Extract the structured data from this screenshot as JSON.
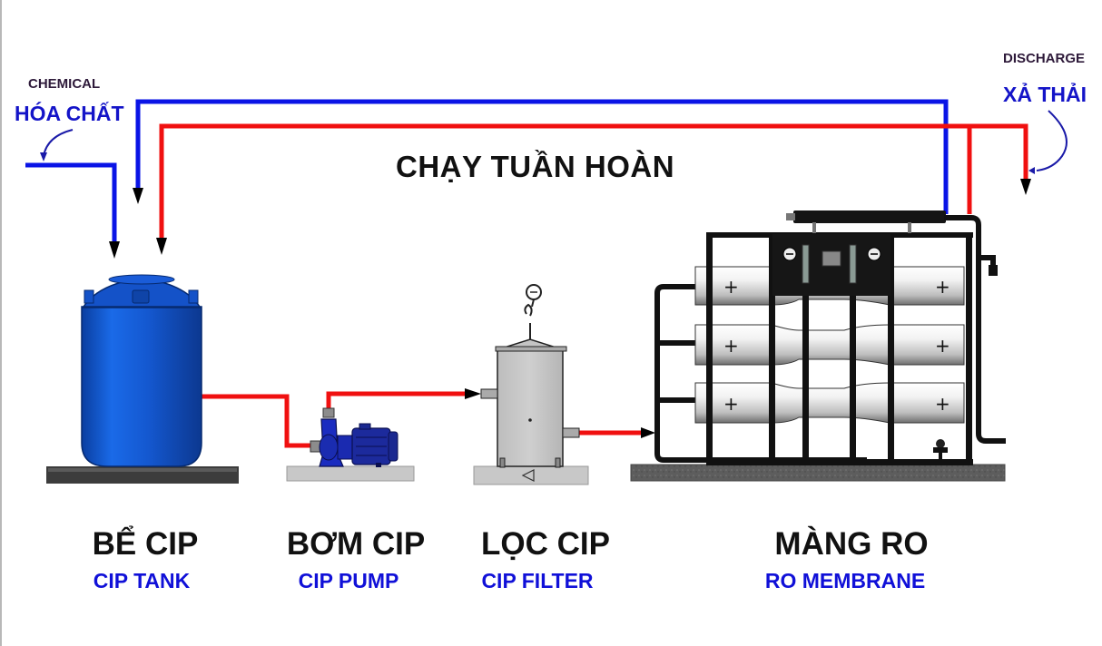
{
  "diagram": {
    "title": "CHẠY TUẦN HOÀN",
    "inlet": {
      "label_en": "CHEMICAL",
      "label_vi": "HÓA CHẤT"
    },
    "outlet": {
      "label_en": "DISCHARGE",
      "label_vi": "XẢ THẢI"
    },
    "components": [
      {
        "id": "tank",
        "label_vi": "BỂ CIP",
        "label_en": "CIP TANK"
      },
      {
        "id": "pump",
        "label_vi": "BƠM CIP",
        "label_en": "CIP PUMP"
      },
      {
        "id": "filter",
        "label_vi": "LỌC CIP",
        "label_en": "CIP FILTER"
      },
      {
        "id": "ro",
        "label_vi": "MÀNG RO",
        "label_en": "RO MEMBRANE"
      }
    ],
    "colors": {
      "supply_line": "#0a14e6",
      "return_line": "#f01010",
      "tank": "#1560d8",
      "pump": "#1a2aa8",
      "filter": "#c4c4c4",
      "frame": "#111111",
      "base": "#555555"
    },
    "flows": [
      {
        "from": "chemical",
        "to": "tank",
        "color": "supply_line"
      },
      {
        "from": "ro",
        "to": "tank",
        "color": "supply_line"
      },
      {
        "from": "ro",
        "to": "tank",
        "color": "return_line"
      },
      {
        "from": "ro",
        "to": "discharge",
        "color": "return_line"
      },
      {
        "from": "tank",
        "to": "pump",
        "color": "return_line"
      },
      {
        "from": "pump",
        "to": "filter",
        "color": "return_line"
      },
      {
        "from": "filter",
        "to": "ro",
        "color": "return_line"
      }
    ]
  }
}
